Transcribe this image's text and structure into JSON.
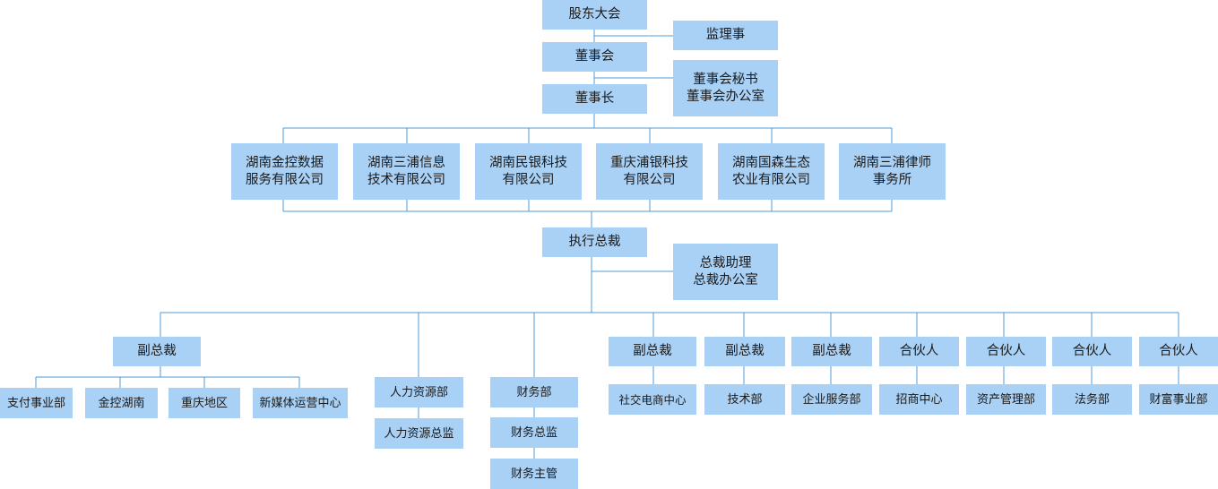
{
  "colors": {
    "box": "#A9D0F5",
    "line": "#4D9BDA",
    "text": "#1A1A1A",
    "background": "#FFFFFF"
  },
  "nodes": {
    "shareholders": [
      "股东大会"
    ],
    "supervisor": [
      "监理事"
    ],
    "board": [
      "董事会"
    ],
    "board_secretary": [
      "董事会秘书",
      "董事会办公室"
    ],
    "chairman": [
      "董事长"
    ],
    "sub1": [
      "湖南金控数据",
      "服务有限公司"
    ],
    "sub2": [
      "湖南三浦信息",
      "技术有限公司"
    ],
    "sub3": [
      "湖南民银科技",
      "有限公司"
    ],
    "sub4": [
      "重庆浦银科技",
      "有限公司"
    ],
    "sub5": [
      "湖南国森生态",
      "农业有限公司"
    ],
    "sub6": [
      "湖南三浦律师",
      "事务所"
    ],
    "ceo": [
      "执行总裁"
    ],
    "ceo_assistant": [
      "总裁助理",
      "总裁办公室"
    ],
    "vp1": [
      "副总裁"
    ],
    "vp1_c1": [
      "支付事业部"
    ],
    "vp1_c2": [
      "金控湖南"
    ],
    "vp1_c3": [
      "重庆地区"
    ],
    "vp1_c4": [
      "新媒体运营中心"
    ],
    "hr": [
      "人力资源部"
    ],
    "hr_director": [
      "人力资源总监"
    ],
    "finance": [
      "财务部"
    ],
    "finance_director": [
      "财务总监"
    ],
    "finance_supervisor": [
      "财务主管"
    ],
    "vp2": [
      "副总裁"
    ],
    "vp2_c": [
      "社交电商中心"
    ],
    "vp3": [
      "副总裁"
    ],
    "vp3_c": [
      "技术部"
    ],
    "vp4": [
      "副总裁"
    ],
    "vp4_c": [
      "企业服务部"
    ],
    "partner1": [
      "合伙人"
    ],
    "partner1_c": [
      "招商中心"
    ],
    "partner2": [
      "合伙人"
    ],
    "partner2_c": [
      "资产管理部"
    ],
    "partner3": [
      "合伙人"
    ],
    "partner3_c": [
      "法务部"
    ],
    "partner4": [
      "合伙人"
    ],
    "partner4_c": [
      "财富事业部"
    ]
  }
}
